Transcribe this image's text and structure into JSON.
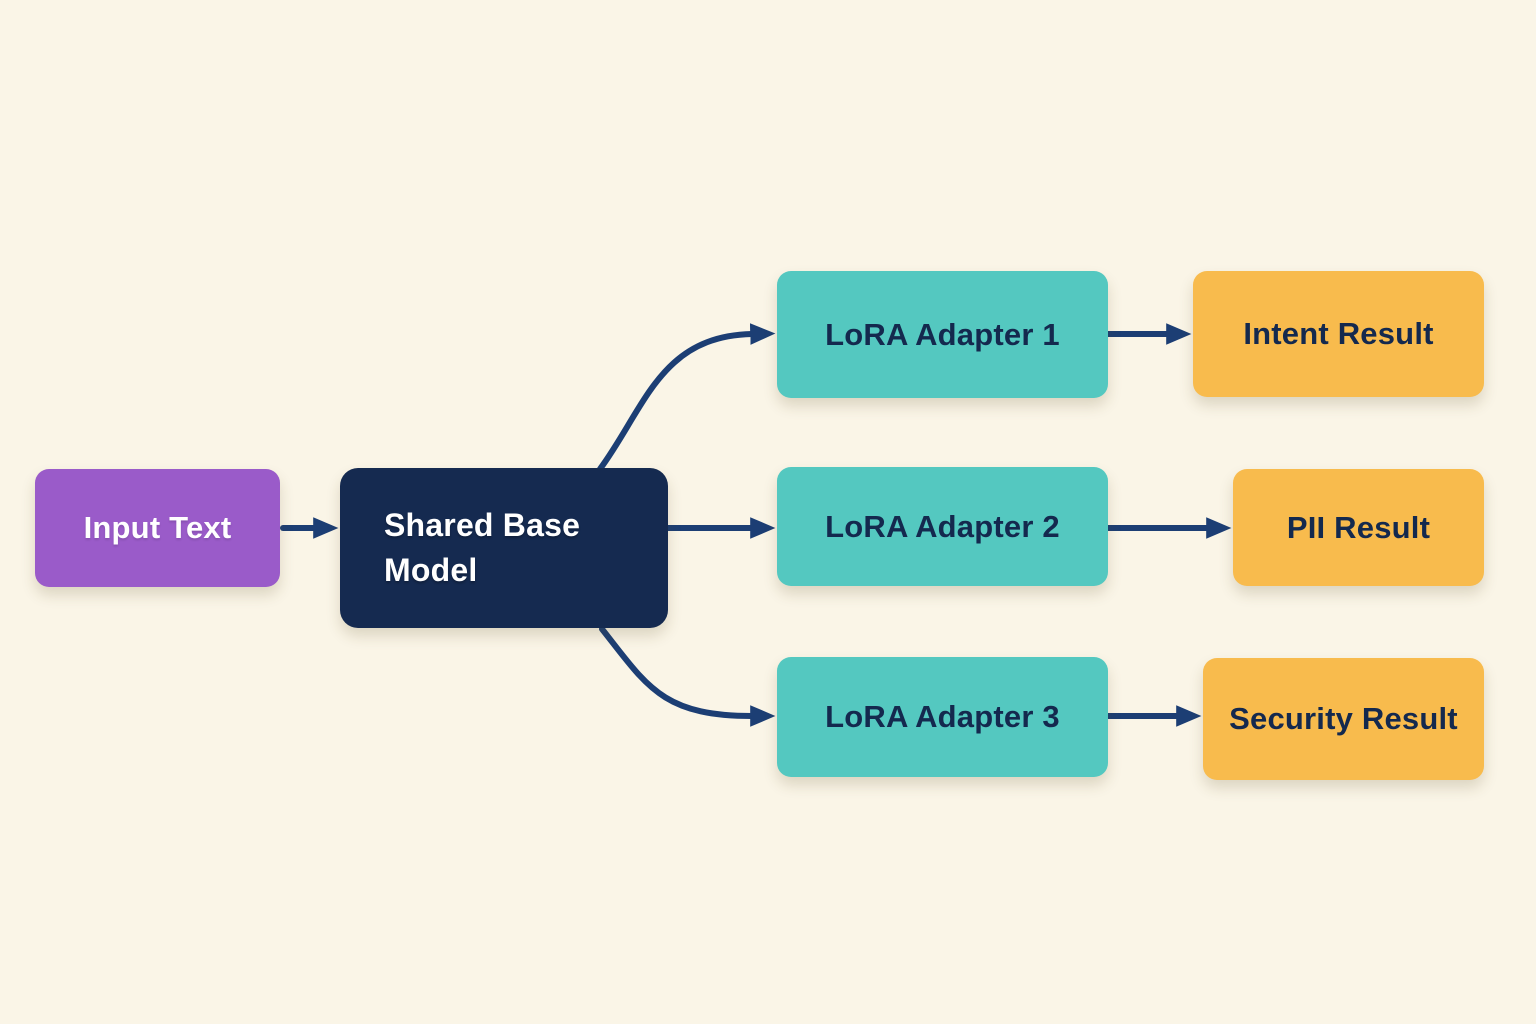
{
  "diagram": {
    "nodes": {
      "input": {
        "label": "Input Text"
      },
      "base": {
        "label": "Shared Base Model"
      },
      "adapter1": {
        "label": "LoRA Adapter 1"
      },
      "adapter2": {
        "label": "LoRA Adapter 2"
      },
      "adapter3": {
        "label": "LoRA Adapter 3"
      },
      "result1": {
        "label": "Intent Result"
      },
      "result2": {
        "label": "PII Result"
      },
      "result3": {
        "label": "Security Result"
      }
    },
    "edges": [
      {
        "from": "input",
        "to": "base"
      },
      {
        "from": "base",
        "to": "adapter1"
      },
      {
        "from": "base",
        "to": "adapter2"
      },
      {
        "from": "base",
        "to": "adapter3"
      },
      {
        "from": "adapter1",
        "to": "result1"
      },
      {
        "from": "adapter2",
        "to": "result2"
      },
      {
        "from": "adapter3",
        "to": "result3"
      }
    ],
    "colors": {
      "background": "#faf5e7",
      "input_node": "#9a5bc9",
      "base_node": "#152a50",
      "adapter_node": "#54c8c0",
      "result_node": "#f8bb4d",
      "arrow": "#1c3e74",
      "text_light": "#ffffff",
      "text_dark": "#14294e"
    }
  }
}
